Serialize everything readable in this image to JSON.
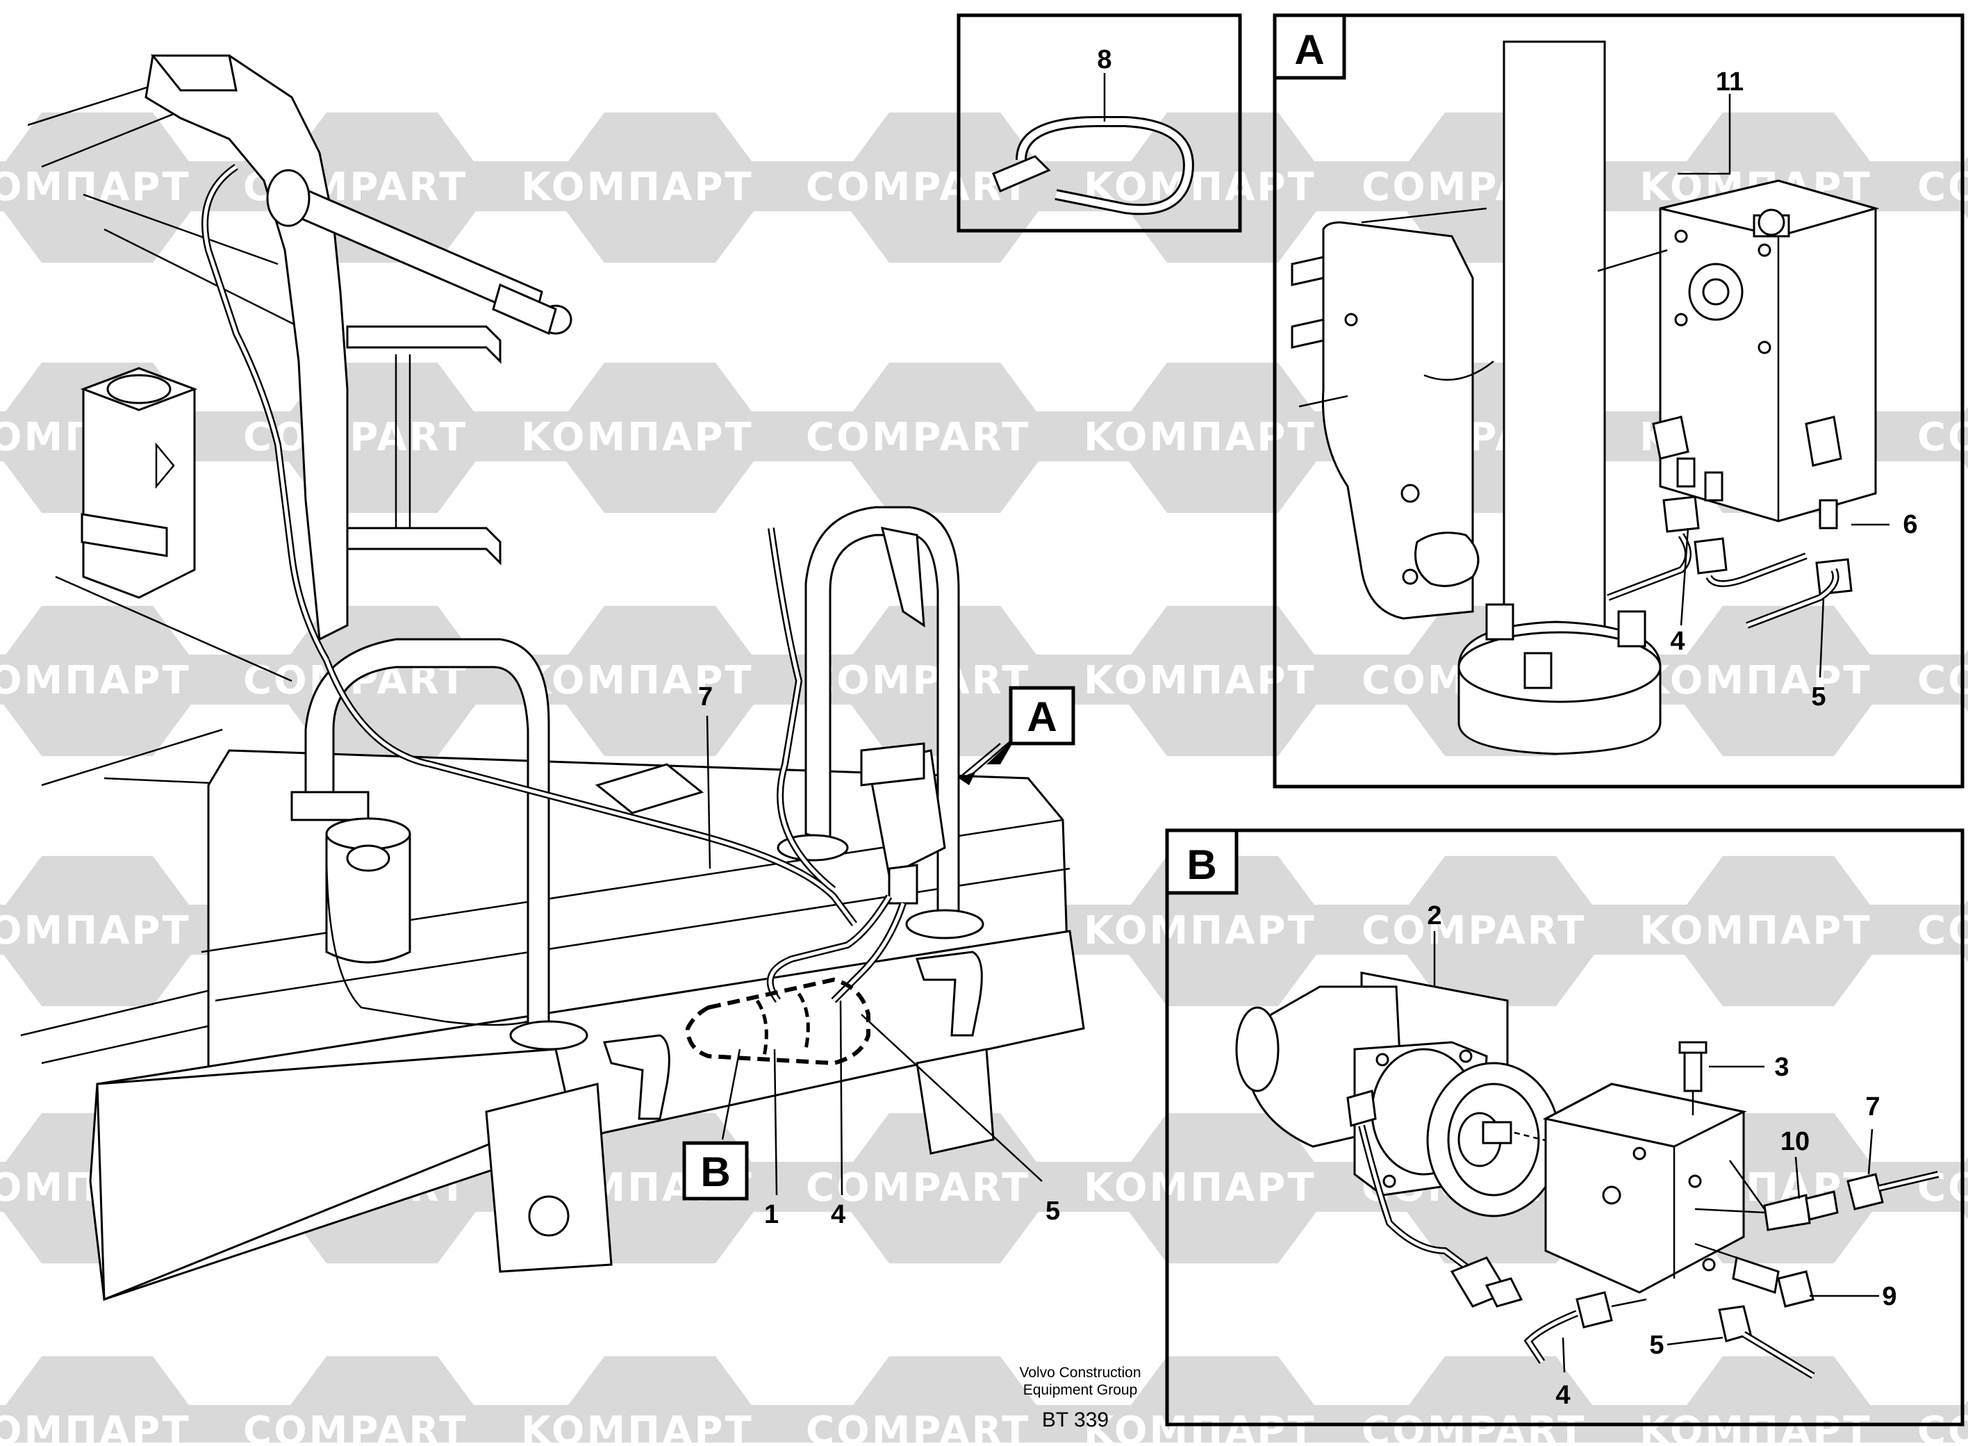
{
  "watermark": {
    "text_cyr": "KOMПАРТ",
    "text_lat": "COMPART",
    "color": "#d9d9d9"
  },
  "detail_8": {
    "callout": "8"
  },
  "detail_a": {
    "letter": "A",
    "callouts": {
      "c11": "11",
      "c6": "6",
      "c4": "4",
      "c5": "5"
    }
  },
  "detail_b": {
    "letter": "B",
    "callouts": {
      "c2": "2",
      "c3": "3",
      "c7": "7",
      "c10": "10",
      "c9": "9",
      "c5": "5",
      "c4": "4"
    }
  },
  "main": {
    "callouts": {
      "c7": "7",
      "c1": "1",
      "c4": "4",
      "c5": "5"
    },
    "flag_a": "A",
    "flag_b": "B"
  },
  "footer": {
    "line1": "Volvo Construction",
    "line2": "Equipment Group",
    "code": "BT 339"
  }
}
